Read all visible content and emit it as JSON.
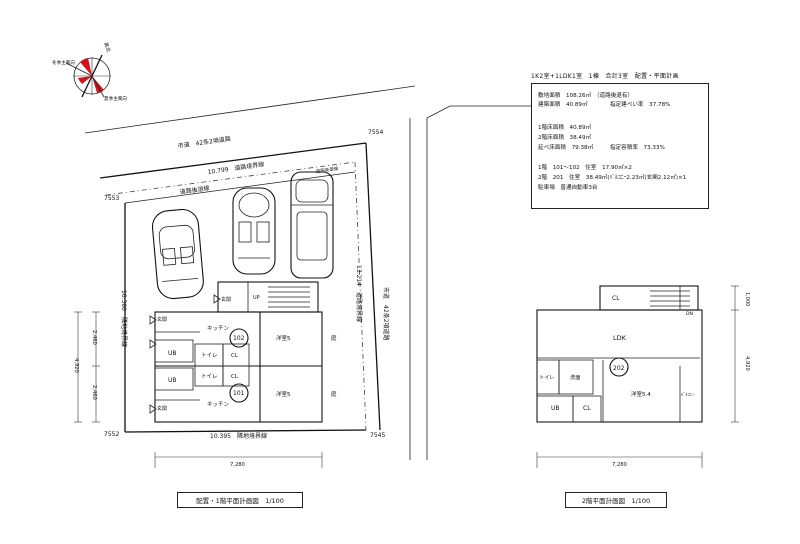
{
  "header": {
    "title": "1K2室+1LDK1室　1棟　合計3室　配置・平面計画"
  },
  "summary": {
    "site_area": "敷地面積　108.26㎡　（道路後退有）",
    "building_area": "建築面積　40.89㎡　　　　指定建ぺい率　37.78%",
    "floor1": "1階床面積　40.89㎡",
    "floor2": "2階床面積　38.49㎡",
    "total_floor": "延べ床面積　79.38㎡　　　指定容積率　73.33%",
    "unit1": "1階　101〜102　住室　17.90㎡×2",
    "unit2": "2階　201　住室　38.49㎡(ﾊﾞﾙｺﾆｰ2.23㎡(玄関2.12㎡)×1",
    "parking": "駐車場　普通自動車3台"
  },
  "compass": {
    "north": "真北",
    "winter": "冬季主風向",
    "summer": "夏季主風向"
  },
  "site": {
    "road_top": "市道　42条2項道路",
    "road_right": "市道　42条2項道路",
    "road_boundary_top": "10.799　道路境界線",
    "road_boundary_right": "13.214　道路境界線",
    "setback_top": "道路後退線",
    "setback_small": "道路後退線",
    "adj_left": "10.360　隣地境界線",
    "adj_bottom": "10.395　隣地境界線",
    "level_tr": "7554",
    "level_tl": "7553",
    "level_bl": "7552",
    "level_br": "7545"
  },
  "plan1": {
    "entrance": "玄関",
    "up": "UP",
    "kitchen": "キッチン",
    "western": "洋室5",
    "niwa": "庭",
    "ub": "UB",
    "toilet": "トイレ",
    "cl": "CL",
    "room_102": "102",
    "room_101": "101",
    "dim_total_v": "4,920",
    "dim_a": "2,460",
    "dim_b": "2,460",
    "dim_width": "7,280",
    "caption": "配置・1階平面計画図　1/100"
  },
  "plan2": {
    "cl_top": "CL",
    "dn": "DN",
    "ldk": "LDK",
    "toilet": "トイレ",
    "wash": "洗面",
    "room": "202",
    "western": "洋室5.4",
    "balcony": "ﾊﾞﾙｺﾆｰ",
    "ub": "UB",
    "cl": "CL",
    "dim_top_v": "1,000",
    "dim_total_v": "4,920",
    "dim_width": "7,280",
    "caption": "2階平面計画図　1/100"
  }
}
